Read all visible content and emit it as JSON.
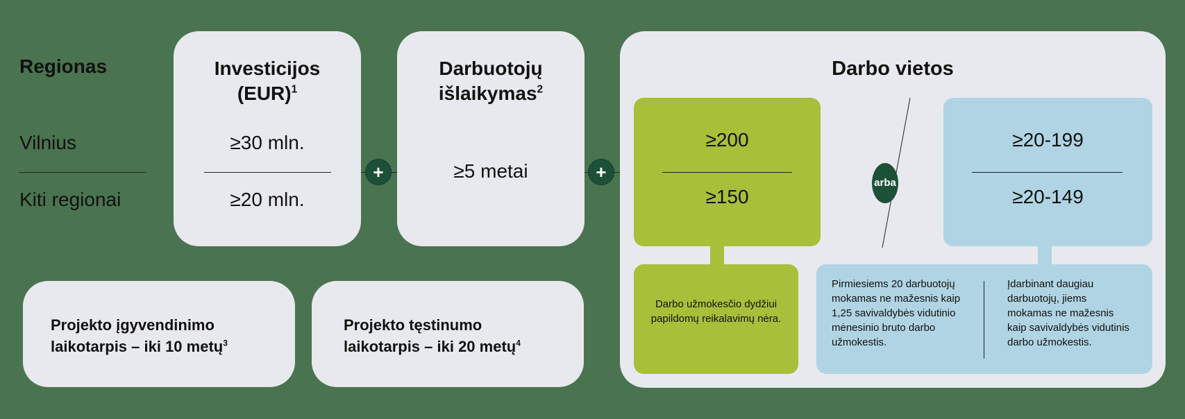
{
  "regions": {
    "header": "Regionas",
    "rows": [
      "Vilnius",
      "Kiti regionai"
    ]
  },
  "investments": {
    "title_line1": "Investicijos",
    "title_line2": "(EUR)",
    "title_sup": "1",
    "values": [
      "≥30 mln.",
      "≥20 mln."
    ]
  },
  "retention": {
    "title_line1": "Darbuotojų",
    "title_line2": "išlaikymas",
    "title_sup": "2",
    "value": "≥5 metai"
  },
  "connectors": {
    "plus_symbol": "+",
    "or_label": "arba"
  },
  "jobs": {
    "title": "Darbo vietos",
    "option_a": {
      "values": [
        "≥200",
        "≥150"
      ],
      "note": "Darbo užmokesčio dydžiui papildomų reikalavimų nėra.",
      "color": "#a8bf3a"
    },
    "option_b": {
      "values": [
        "≥20-199",
        "≥20-149"
      ],
      "note_left": "Pirmiesiems 20 darbuotojų mokamas ne mažesnis kaip 1,25 savivaldybės vidutinio mėnesinio bruto darbo užmokestis.",
      "note_right": "Įdarbinant daugiau darbuotojų, jiems mokamas ne mažesnis kaip savivaldybės vidutinis darbo užmokestis.",
      "color": "#b0d4e3"
    }
  },
  "periods": [
    {
      "line1": "Projekto įgyvendinimo",
      "line2": "laikotarpis – iki 10 metų",
      "sup": "3"
    },
    {
      "line1": "Projekto tęstinumo",
      "line2": "laikotarpis – iki 20 metų",
      "sup": "4"
    }
  ],
  "colors": {
    "background": "#4a7350",
    "card": "#e8e9ee",
    "accent_dark": "#1c5138"
  }
}
